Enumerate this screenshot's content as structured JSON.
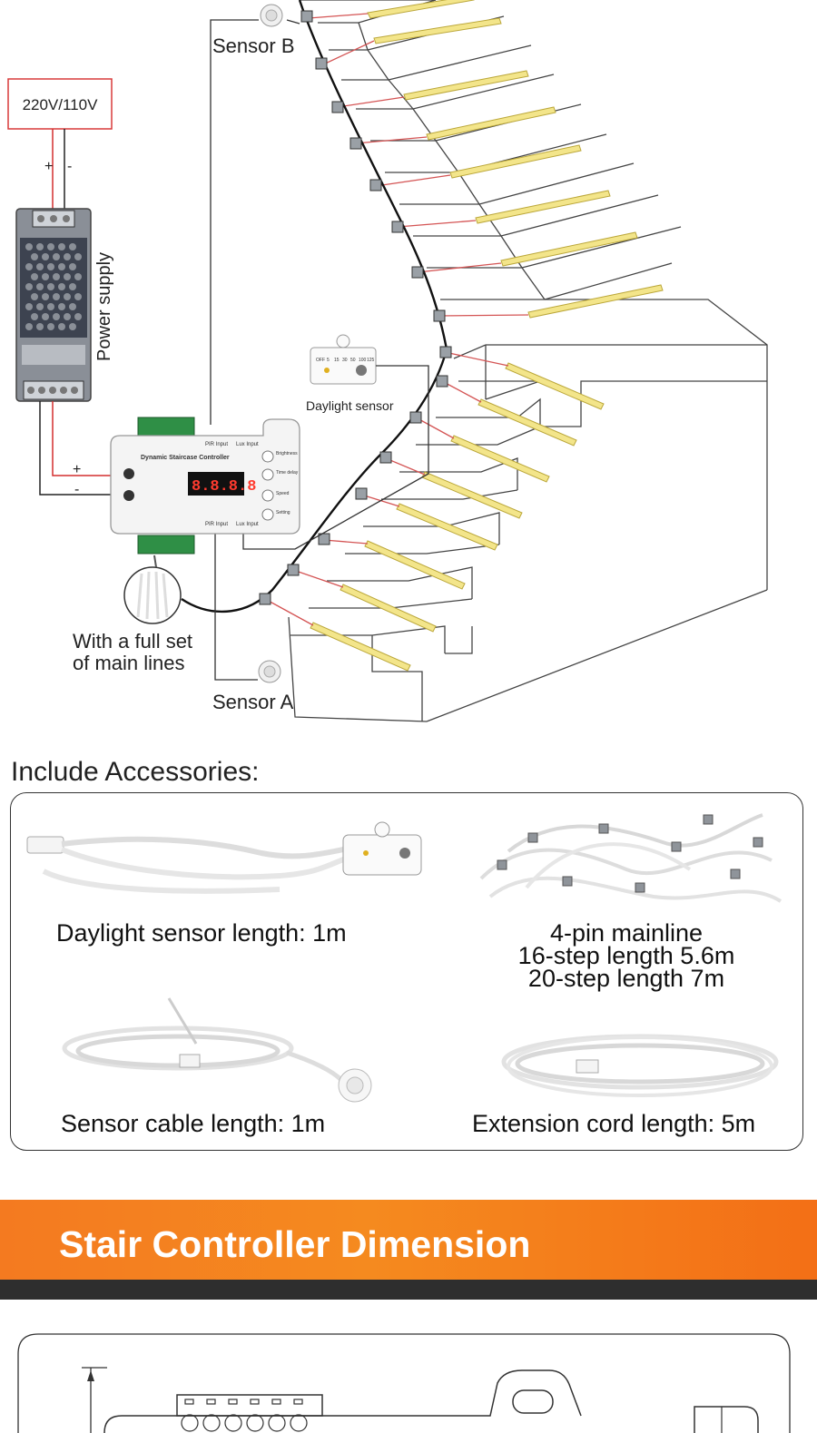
{
  "wiring": {
    "mains_label": "220V/110V",
    "plus_sign": "+",
    "minus_sign": "-",
    "power_supply_label": "Power supply",
    "sensor_b_label": "Sensor B",
    "sensor_a_label": "Sensor A",
    "daylight_sensor_label": "Daylight sensor",
    "main_lines_line1": "With a full set",
    "main_lines_line2": "of main lines",
    "controller_title": "Dynamic Staircase Controller",
    "controller_display": "8.8.8.8",
    "pir_input_label": "PIR Input",
    "lux_input_label": "Lux Input",
    "buttons": [
      "Brightness",
      "Time delay",
      "Speed",
      "Setting"
    ],
    "daylight_scale": [
      "OFF",
      "5",
      "15",
      "30",
      "50",
      "100",
      "125"
    ]
  },
  "accessories": {
    "title": "Include Accessories:",
    "items": [
      {
        "caption": "Daylight sensor length: 1m"
      },
      {
        "caption_line1": "4-pin mainline",
        "caption_line2": "16-step length 5.6m",
        "caption_line3": "20-step length 7m"
      },
      {
        "caption": "Sensor cable length: 1m"
      },
      {
        "caption": "Extension cord length: 5m"
      }
    ]
  },
  "banner": {
    "title": "Stair Controller Dimension",
    "color": "#f47a20"
  }
}
